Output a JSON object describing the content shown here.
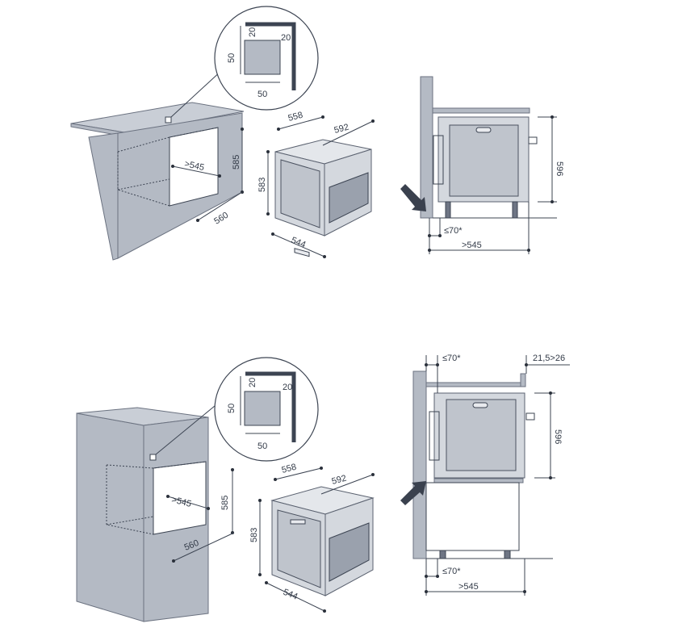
{
  "colors": {
    "panel": "#b4bac4",
    "oven": "#d4d8de",
    "line": "#3c4452",
    "arrow": "#3a414e"
  },
  "top": {
    "detail": {
      "a": "20",
      "b": "20",
      "h": "50",
      "w": "50"
    },
    "niche": {
      "depth": ">545",
      "height": "585",
      "width": "560"
    },
    "oven": {
      "depth": "558",
      "width": "592",
      "height": "583",
      "bottom": "544"
    },
    "side": {
      "height": "596",
      "gap": "≤70*",
      "depth": ">545"
    }
  },
  "bottom": {
    "detail": {
      "a": "20",
      "b": "20",
      "h": "50",
      "w": "50"
    },
    "niche": {
      "depth": ">545",
      "height": "585",
      "width": "560"
    },
    "oven": {
      "depth": "558",
      "width": "592",
      "height": "583",
      "bottom": "544"
    },
    "side": {
      "top_gap": "≤70*",
      "top_offset": "21,5>26",
      "height": "596",
      "gap": "≤70*",
      "depth": ">545"
    }
  }
}
